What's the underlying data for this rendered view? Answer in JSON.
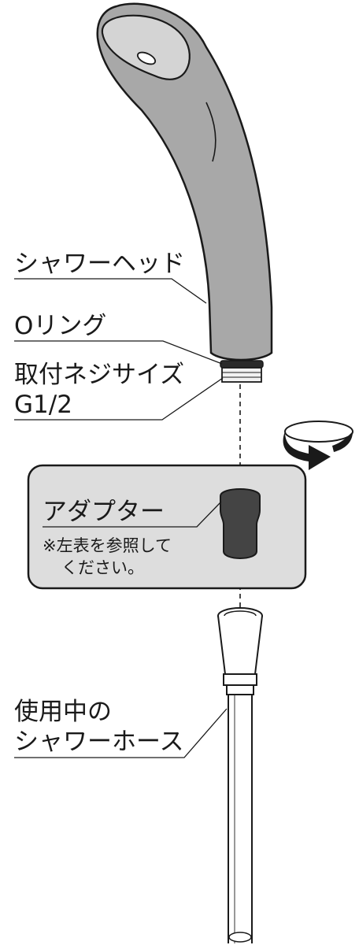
{
  "labels": {
    "shower_head": "シャワーヘッド",
    "o_ring": "Oリング",
    "thread_size_line1": "取付ネジサイズ",
    "thread_size_line2": "G1/2",
    "adapter": "アダプター",
    "adapter_note_line1": "※左表を参照して",
    "adapter_note_line2": "ください。",
    "hose_line1": "使用中の",
    "hose_line2": "シャワーホース"
  },
  "colors": {
    "head_body": "#a8a8a8",
    "head_face": "#d4d4d4",
    "adapter": "#444444",
    "box_fill": "#dddddd",
    "outline": "#1a1a1a",
    "arrow": "#1a1a1a"
  },
  "icons": {
    "rotation": "rotation-arrow-icon"
  }
}
